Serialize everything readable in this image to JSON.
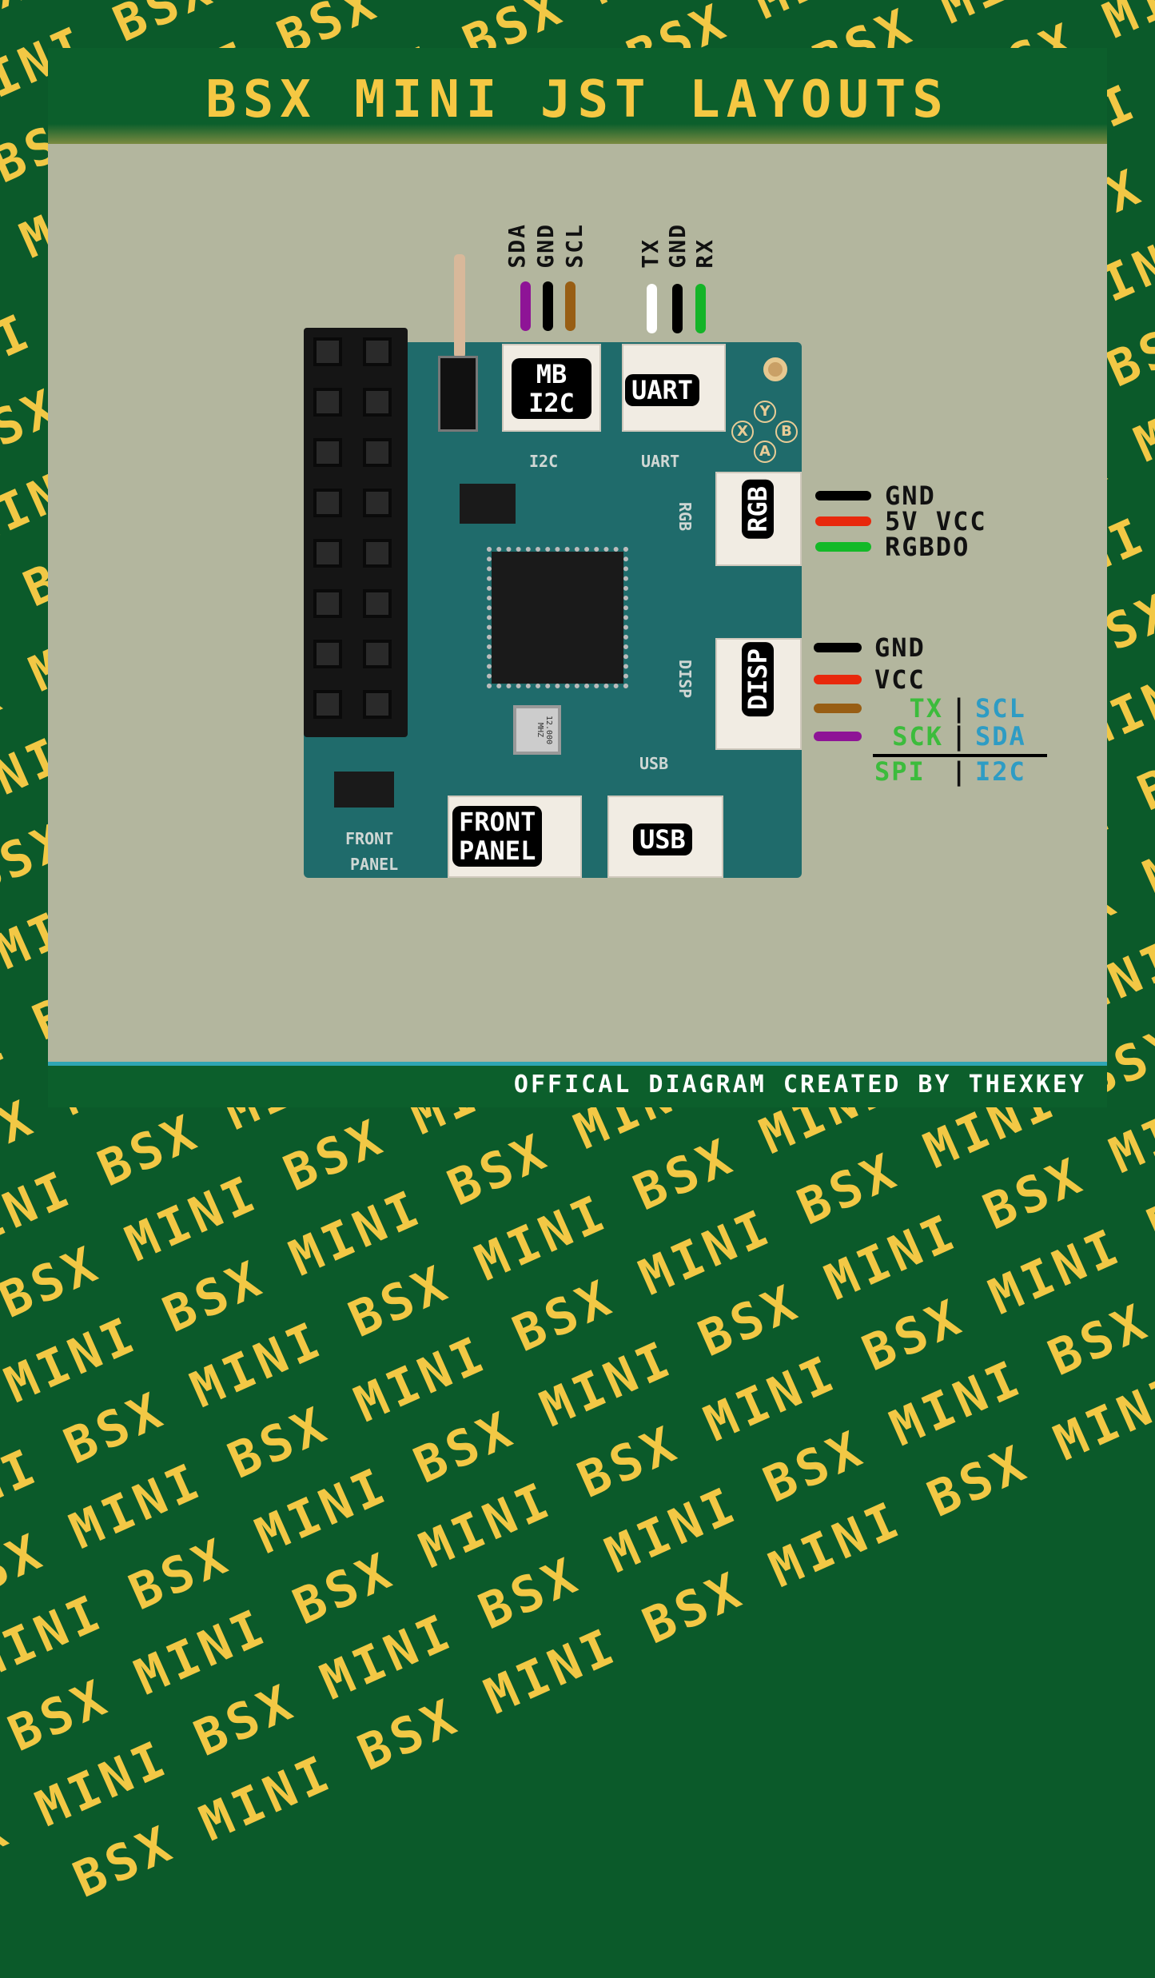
{
  "background_pattern_text": "BSX MINI",
  "title": "BSX MINI JST LAYOUTS",
  "footer": "OFFICAL DIAGRAM CREATED BY THEXKEY",
  "connectors": {
    "mb_i2c": [
      "MB",
      "I2C"
    ],
    "uart": "UART",
    "rgb": "RGB",
    "disp": "DISP",
    "front_panel": [
      "FRONT",
      "PANEL"
    ],
    "usb": "USB"
  },
  "silkscreen": {
    "i2c": "I2C",
    "uart": "UART",
    "rgb": "RGB",
    "disp": "DISP",
    "usb": "USB",
    "front": "FRONT",
    "panel": "PANEL",
    "buttons": [
      "Y",
      "X",
      "B",
      "A"
    ],
    "crystal": "12.000 MHZ"
  },
  "mb_i2c_pins": [
    {
      "label": "SDA",
      "color": "#8e1496"
    },
    {
      "label": "GND",
      "color": "#000000"
    },
    {
      "label": "SCL",
      "color": "#985e14"
    }
  ],
  "uart_pins": [
    {
      "label": "TX",
      "color": "#ffffff"
    },
    {
      "label": "GND",
      "color": "#000000"
    },
    {
      "label": "RX",
      "color": "#14b428"
    }
  ],
  "rgb_legend": [
    {
      "label": "GND",
      "color": "#000000"
    },
    {
      "label": "5V VCC",
      "color": "#e8280c"
    },
    {
      "label": "RGBDO",
      "color": "#14b928"
    }
  ],
  "disp_legend": {
    "rows": [
      {
        "label": "GND",
        "color": "#000000"
      },
      {
        "label": "VCC",
        "color": "#e8280c"
      },
      {
        "spi": "TX",
        "i2c": "SCL",
        "color": "#985e14"
      },
      {
        "spi": "SCK",
        "i2c": "SDA",
        "color": "#8e1496"
      }
    ],
    "spi_heading": "SPI",
    "i2c_heading": "I2C",
    "separator": "|"
  },
  "colors": {
    "spi": "#3cbc3c",
    "i2c": "#2e9cc4",
    "title": "#f5c843",
    "background": "#0b5a2a",
    "panel": "#b3b69e"
  }
}
